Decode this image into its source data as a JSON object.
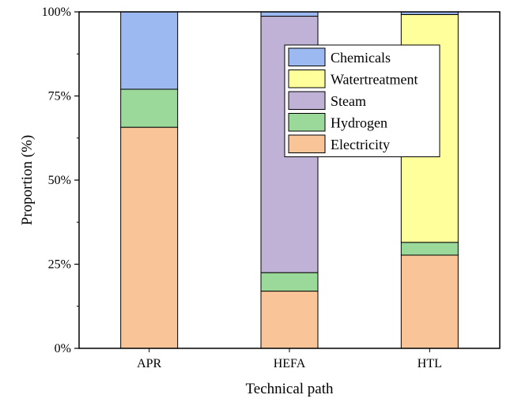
{
  "chart_data": {
    "type": "bar",
    "stacked": true,
    "normalized": true,
    "categories": [
      "APR",
      "HEFA",
      "HTL"
    ],
    "series": [
      {
        "name": "Electricity",
        "color": "#f9c497",
        "values": [
          65.7,
          17.0,
          27.7
        ]
      },
      {
        "name": "Hydrogen",
        "color": "#9ad99a",
        "values": [
          11.3,
          5.5,
          3.8
        ]
      },
      {
        "name": "Steam",
        "color": "#c0b2d7",
        "values": [
          0,
          76.2,
          0
        ]
      },
      {
        "name": "Watertreatment",
        "color": "#ffff9c",
        "values": [
          0,
          0,
          67.7
        ]
      },
      {
        "name": "Chemicals",
        "color": "#9db9f1",
        "values": [
          23.0,
          1.3,
          0.8
        ]
      }
    ],
    "legend_order": [
      "Chemicals",
      "Watertreatment",
      "Steam",
      "Hydrogen",
      "Electricity"
    ],
    "xlabel": "Technical path",
    "ylabel": "Proportion (%)",
    "ylim": [
      0,
      100
    ],
    "yticks": [
      0,
      25,
      50,
      75,
      100
    ],
    "ytick_labels": [
      "0%",
      "25%",
      "50%",
      "75%",
      "100%"
    ],
    "grid": false,
    "legend_position": "top-right"
  }
}
